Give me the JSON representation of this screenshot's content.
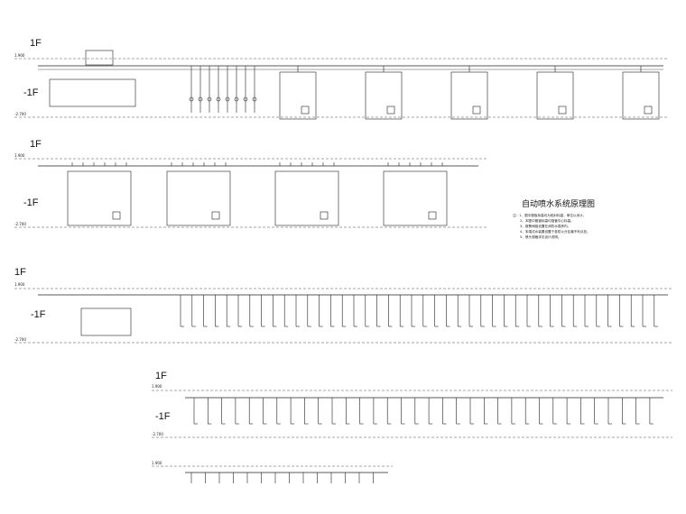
{
  "floors": {
    "upper": "1F",
    "lower": "-1F"
  },
  "elevations": {
    "upper": "1.900",
    "lower": "-2.700"
  },
  "legend": {
    "title": "自动喷水系统原理图",
    "notes": [
      "注：1、图中楼板标高均为相对标高，单位以米计。",
      "2、本图中管道标高均指管中心标高。",
      "3、报警阀组设置在消防水泵房内。",
      "4、末端试水装置设置于各防火分区最不利点处。",
      "5、喷头规格详见设计说明。"
    ]
  }
}
